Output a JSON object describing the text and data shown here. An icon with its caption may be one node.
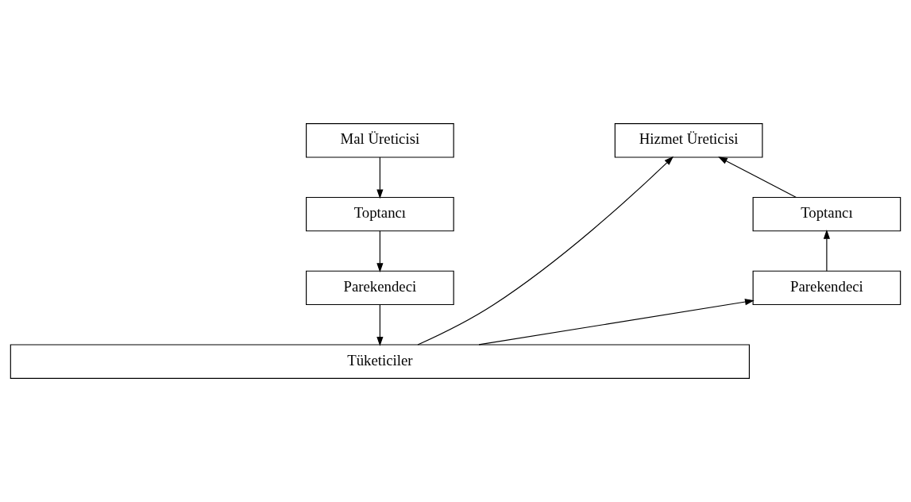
{
  "diagram": {
    "nodes": [
      {
        "text": [
          "Mal Üreticisi"
        ]
      },
      {
        "text": [
          "Toptancı"
        ]
      },
      {
        "text": [
          "Parekendeci"
        ]
      },
      {
        "text": [
          "Tüketiciler"
        ]
      },
      {
        "text": [
          "Hizmet Üreticisi"
        ]
      },
      {
        "text": [
          "Toptancı"
        ]
      },
      {
        "text": [
          "Parekendeci"
        ]
      }
    ],
    "edges": [
      {
        "from": 0,
        "to": 1,
        "arrow": "to"
      },
      {
        "from": 1,
        "to": 2,
        "arrow": "to"
      },
      {
        "from": 2,
        "to": 3,
        "arrow": "to"
      },
      {
        "from": 3,
        "to": 4,
        "arrow": "to"
      },
      {
        "from": 3,
        "to": 6,
        "arrow": "to"
      },
      {
        "from": 6,
        "to": 5,
        "arrow": "to"
      },
      {
        "from": 5,
        "to": 4,
        "arrow": "to"
      }
    ]
  }
}
